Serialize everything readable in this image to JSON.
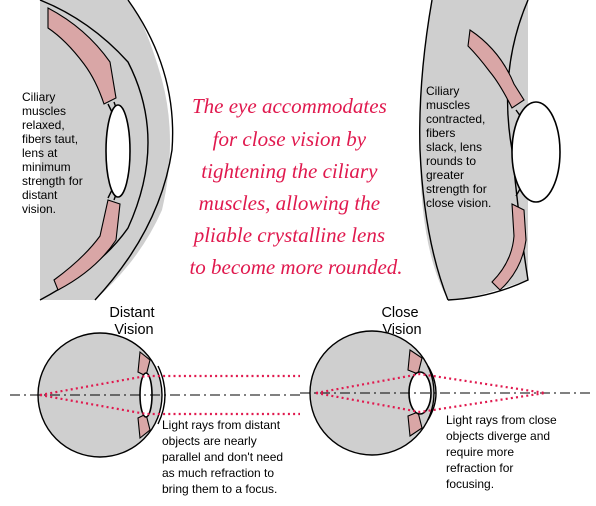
{
  "main_caption": [
    "The eye accommodates",
    "for close vision by",
    "tightening the ciliary",
    "muscles, allowing the",
    "pliable crystalline lens",
    "to become more rounded."
  ],
  "relaxed_label": [
    "Ciliary",
    "muscles",
    "relaxed,",
    "fibers taut,",
    "lens at",
    "minimum",
    "strength for",
    "distant",
    "vision."
  ],
  "contracted_label": [
    "Ciliary",
    "muscles",
    "contracted,",
    "fibers",
    "slack, lens",
    "rounds to",
    "greater",
    "strength for",
    "close vision."
  ],
  "distant_heading": [
    "Distant",
    "Vision"
  ],
  "close_heading": [
    "Close",
    "Vision"
  ],
  "distant_caption": [
    "Light rays from distant",
    "objects are nearly",
    "parallel and don't need",
    "as much refraction to",
    "bring them to a focus."
  ],
  "close_caption": [
    "Light rays from close",
    "objects diverge and",
    "require more",
    "refraction for",
    "focusing."
  ],
  "colors": {
    "caption": "#e0194e",
    "eye_fill": "#cfcfcf",
    "muscle": "#d9a6a6"
  }
}
